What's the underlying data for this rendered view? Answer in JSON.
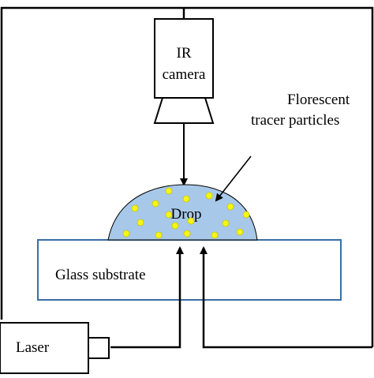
{
  "diagram": {
    "camera_label_line1": "IR",
    "camera_label_line2": "camera",
    "particles_label_line1": "Florescent",
    "particles_label_line2": "tracer particles",
    "drop_label": "Drop",
    "substrate_label": "Glass substrate",
    "laser_label": "Laser"
  },
  "colors": {
    "line": "#000000",
    "drop_fill": "#a7c8e8",
    "particle_fill": "#f5f51a",
    "particle_stroke": "#c8c800",
    "substrate_fill": "#ffffff",
    "substrate_stroke": "#3a6ea5",
    "background": "#ffffff"
  },
  "icons": [
    "ir-camera-icon",
    "laser-device-icon"
  ]
}
